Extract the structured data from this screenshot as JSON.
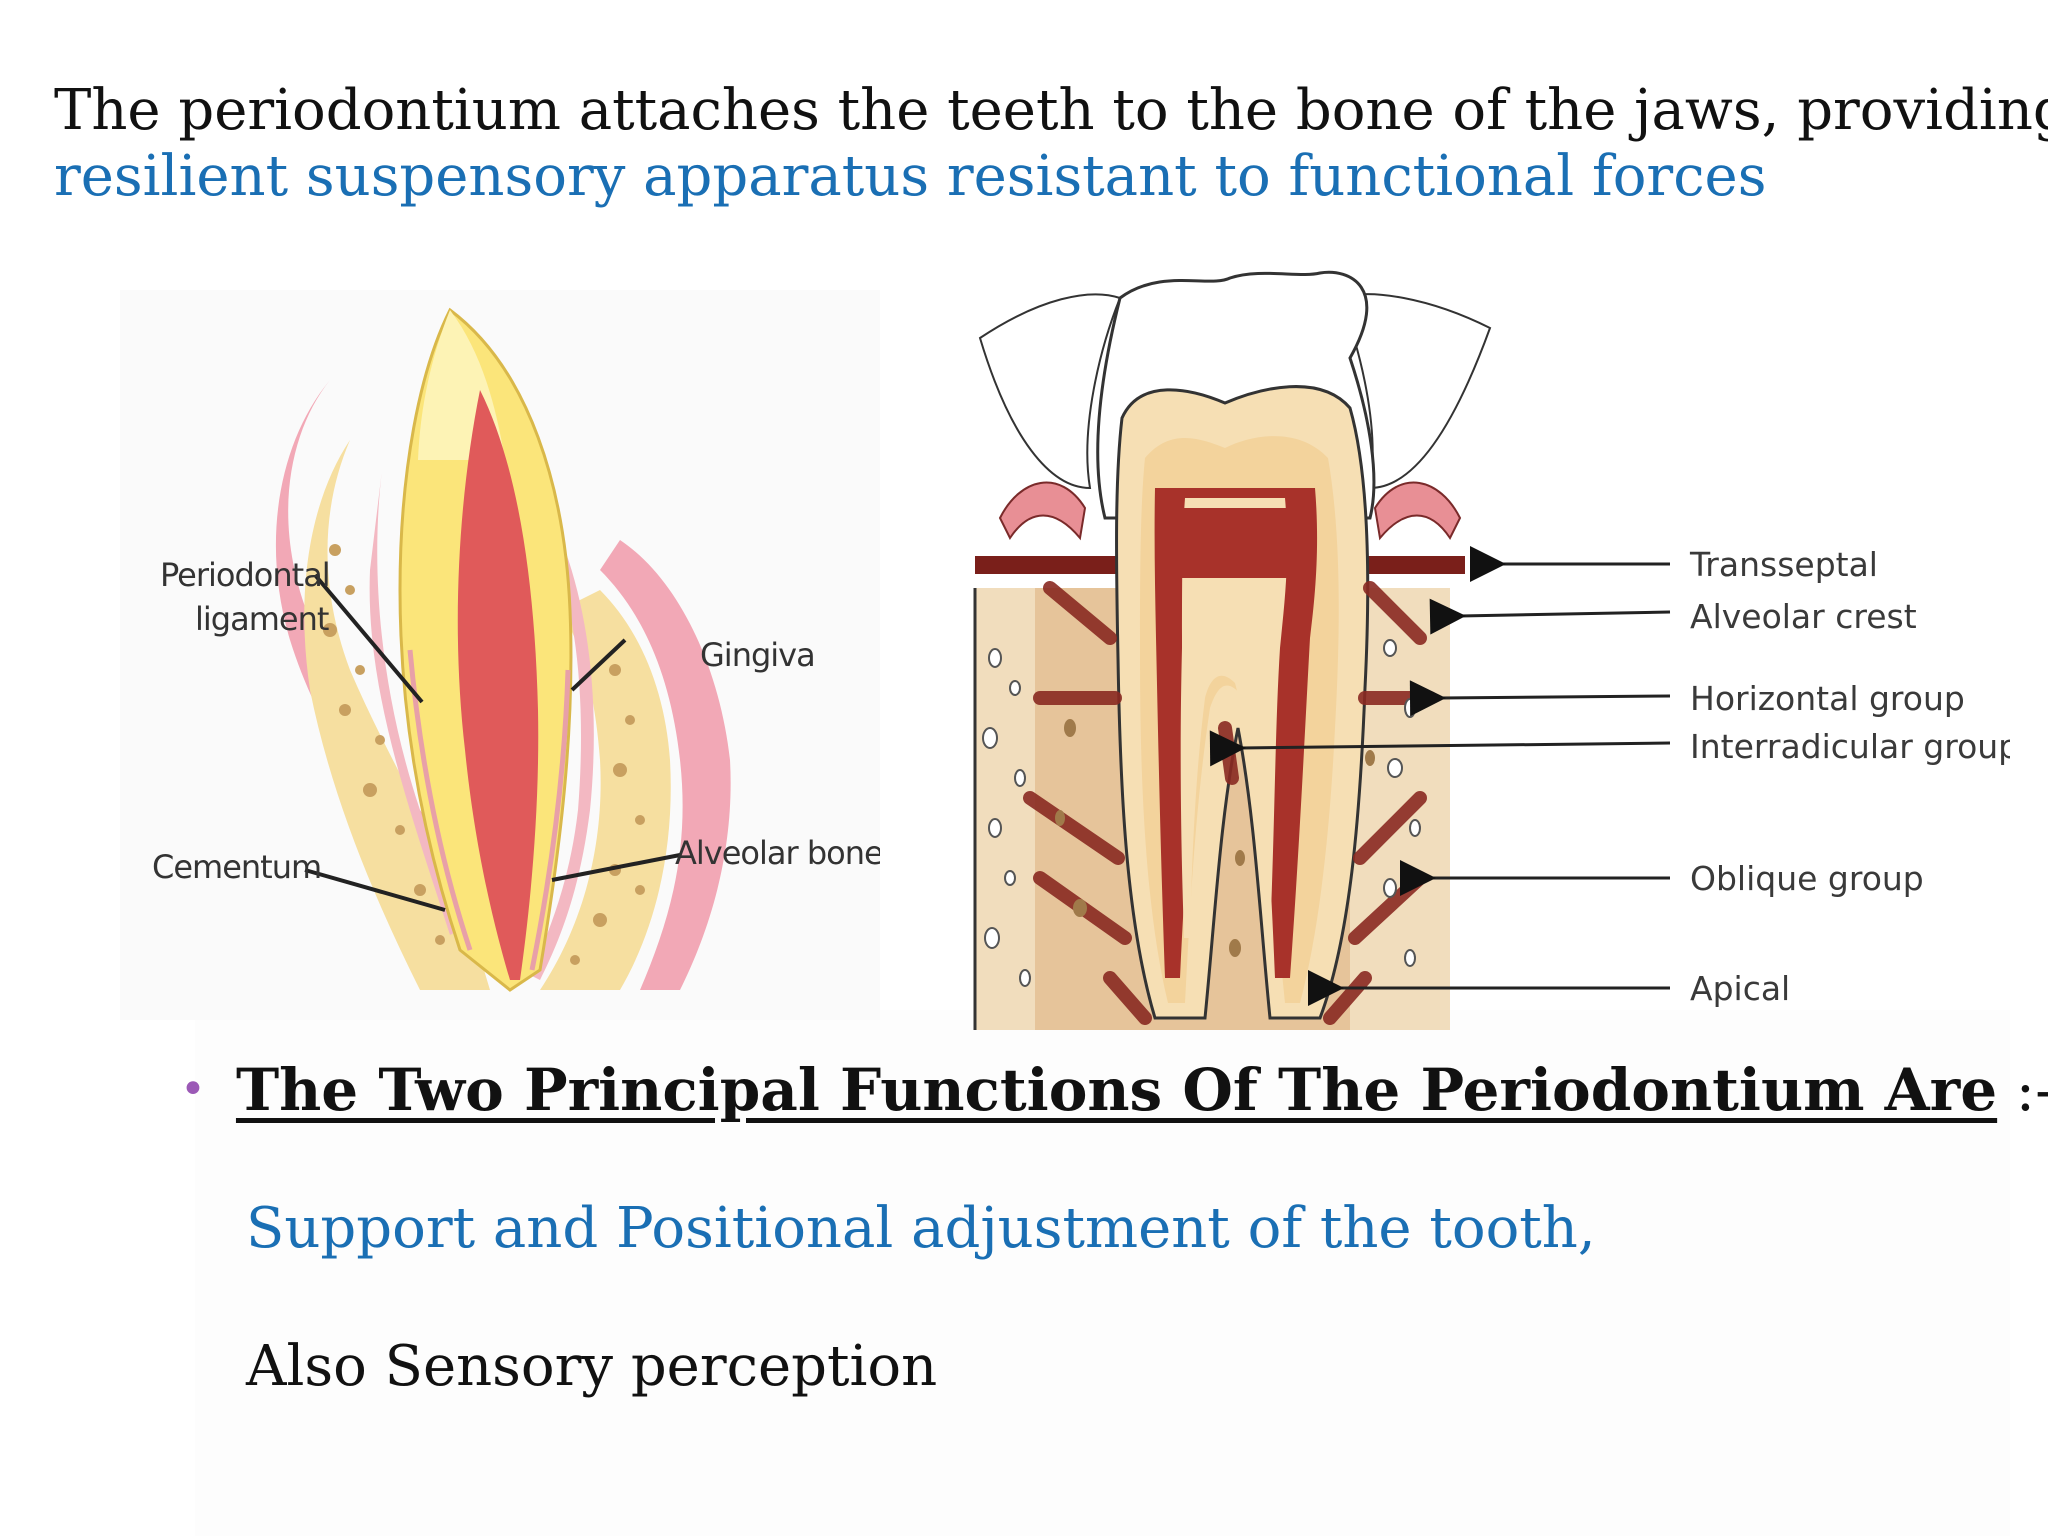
{
  "intro": {
    "line1": "The periodontium attaches the teeth to the bone of the jaws, providing a",
    "line2": "resilient suspensory apparatus resistant to functional forces"
  },
  "figure_left": {
    "labels": {
      "periodontal_1": "Periodontal",
      "periodontal_2": "ligament",
      "gingiva": "Gingiva",
      "cementum": "Cementum",
      "alveolar_bone": "Alveolar bone"
    }
  },
  "figure_right": {
    "labels": {
      "transseptal": "Transseptal",
      "alveolar_crest": "Alveolar crest",
      "horizontal": "Horizontal group",
      "interradicular": "Interradicular group",
      "oblique": "Oblique group",
      "apical": "Apical"
    }
  },
  "bullet": {
    "marker": "•",
    "heading": "The Two Principal Functions Of The Periodontium Are",
    "suffix": " :-"
  },
  "functions": {
    "item1": "Support and Positional adjustment of the tooth,",
    "item2": "Also Sensory perception"
  },
  "colors": {
    "accent_blue": "#1a6fb4",
    "bullet_purple": "#9b59b6",
    "text": "#111111"
  }
}
